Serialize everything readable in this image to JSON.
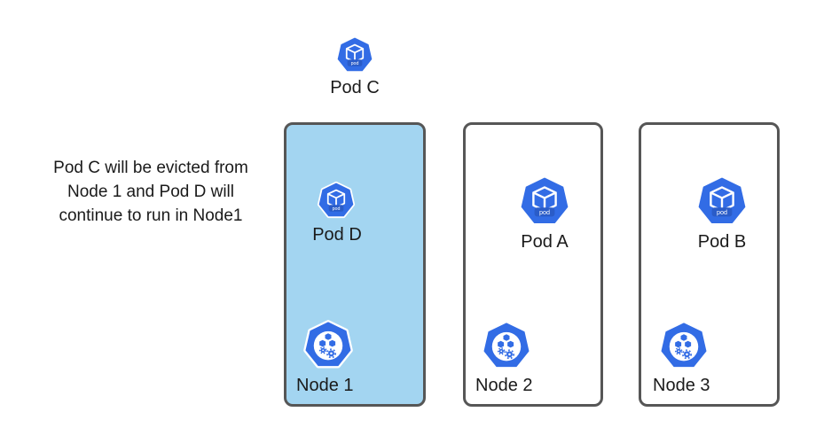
{
  "colors": {
    "k8s-blue": "#326CE5",
    "banner-blue": "#2A5CC8",
    "node1-fill": "#A3D5F1",
    "node-fill": "#FFFFFF",
    "box-border": "#565656",
    "text-color": "#1A1A1A",
    "canvas-bg": "#FFFFFF"
  },
  "annotation": {
    "lines": {
      "0": "Pod C will be evicted from",
      "1": "Node 1 and Pod D will",
      "2": "continue to run in Node1"
    }
  },
  "evicted_pod": {
    "label": "Pod C",
    "icon": "k8s-pod-icon"
  },
  "pod_icon_badge": "pod",
  "nodes": [
    {
      "label": "Node 1",
      "highlighted": true,
      "icon": "k8s-node-icon",
      "pods": [
        {
          "label": "Pod D",
          "icon": "k8s-pod-icon"
        }
      ]
    },
    {
      "label": "Node 2",
      "highlighted": false,
      "icon": "k8s-node-icon",
      "pods": [
        {
          "label": "Pod A",
          "icon": "k8s-pod-icon"
        }
      ]
    },
    {
      "label": "Node 3",
      "highlighted": false,
      "icon": "k8s-node-icon",
      "pods": [
        {
          "label": "Pod B",
          "icon": "k8s-pod-icon"
        }
      ]
    }
  ]
}
